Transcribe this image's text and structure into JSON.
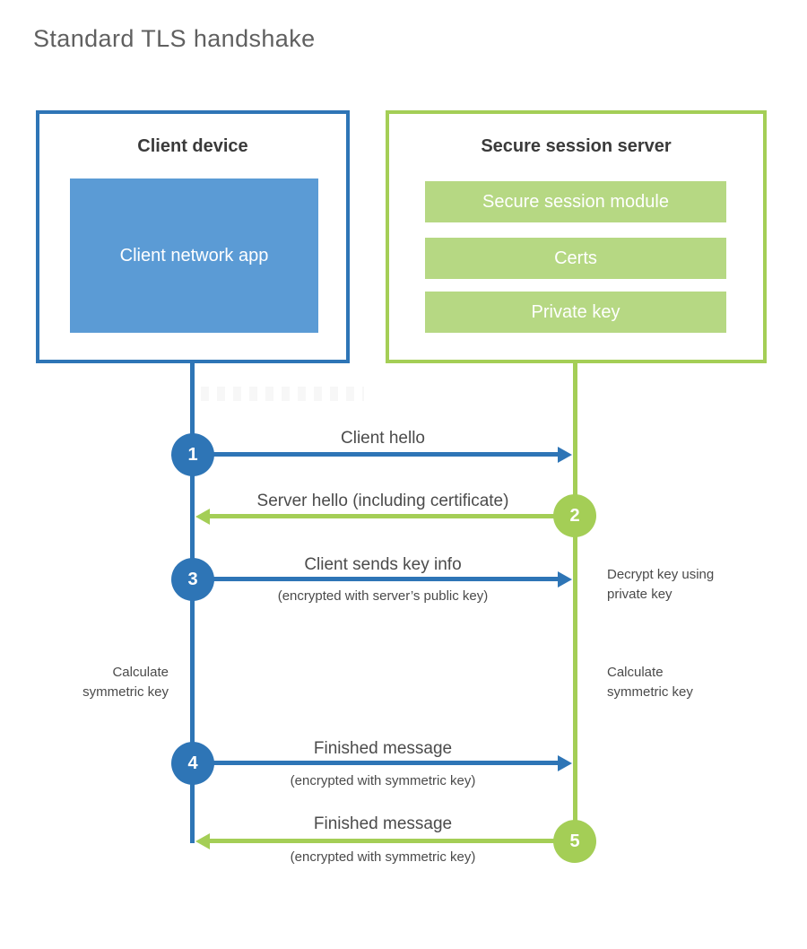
{
  "title": "Standard TLS handshake",
  "colors": {
    "blue_accent": "#2e75b6",
    "blue_fill": "#5b9bd5",
    "green_accent": "#a4ce56",
    "green_fill": "#b6d883",
    "heading_text": "#3a3a3a",
    "label_text": "#4b4b4b",
    "title_text": "#606060"
  },
  "client": {
    "title": "Client device",
    "app_label": "Client network app"
  },
  "server": {
    "title": "Secure session server",
    "modules": [
      "Secure session module",
      "Certs",
      "Private key"
    ]
  },
  "steps": [
    {
      "num": "1",
      "direction": "right",
      "label": "Client hello",
      "sublabel": ""
    },
    {
      "num": "2",
      "direction": "left",
      "label": "Server hello (including certificate)",
      "sublabel": ""
    },
    {
      "num": "3",
      "direction": "right",
      "label": "Client sends key info",
      "sublabel": "(encrypted with server’s public key)"
    },
    {
      "num": "4",
      "direction": "right",
      "label": "Finished message",
      "sublabel": "(encrypted with symmetric key)"
    },
    {
      "num": "5",
      "direction": "left",
      "label": "Finished message",
      "sublabel": "(encrypted with symmetric key)"
    }
  ],
  "annotations": {
    "decrypt": "Decrypt key using private key",
    "calc_left": "Calculate symmetric key",
    "calc_right": "Calculate symmetric key"
  }
}
